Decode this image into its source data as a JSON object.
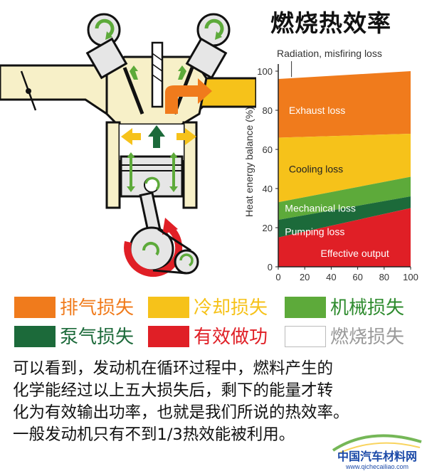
{
  "title": "燃烧热效率",
  "chart_data": {
    "type": "area",
    "ylabel": "Heat energy balance (%)",
    "xlabel": "",
    "xlim": [
      0,
      100
    ],
    "ylim": [
      0,
      100
    ],
    "x_ticks": [
      "0",
      "20",
      "40",
      "60",
      "80",
      "100"
    ],
    "y_ticks": [
      "0",
      "20",
      "40",
      "60",
      "80",
      "100"
    ],
    "top_annotation": "Radiation, misfiring loss",
    "bands": [
      {
        "name": "Exhaust loss",
        "color": "#f07b1c",
        "lower": [
          66,
          68
        ],
        "upper": [
          96,
          100
        ]
      },
      {
        "name": "Cooling loss",
        "color": "#f6c21a",
        "lower": [
          33,
          46
        ],
        "upper": [
          66,
          68
        ]
      },
      {
        "name": "Mechanical loss",
        "color": "#5daa3a",
        "lower": [
          24,
          36
        ],
        "upper": [
          33,
          46
        ]
      },
      {
        "name": "Pumping loss",
        "color": "#1c6a3a",
        "lower": [
          15,
          30
        ],
        "upper": [
          24,
          36
        ]
      },
      {
        "name": "Effective output",
        "color": "#e01f26",
        "lower": [
          0,
          0
        ],
        "upper": [
          15,
          30
        ]
      }
    ]
  },
  "legend": [
    {
      "label": "排气损失",
      "color": "#f07b1c",
      "text_color": "#f07b1c"
    },
    {
      "label": "冷却损失",
      "color": "#f6c21a",
      "text_color": "#f6c21a"
    },
    {
      "label": "机械损失",
      "color": "#5daa3a",
      "text_color": "#2e8b2e"
    },
    {
      "label": "泵气损失",
      "color": "#1c6a3a",
      "text_color": "#1c6a3a"
    },
    {
      "label": "有效做功",
      "color": "#e01f26",
      "text_color": "#e01f26"
    },
    {
      "label": "燃烧损失",
      "color": "#ffffff",
      "text_color": "#999999"
    }
  ],
  "description": [
    "可以看到，发动机在循环过程中，燃料产生的",
    "化学能经过以上五大损失后，剩下的能量才转",
    "化为有效输出功率，也就是我们所说的热效率。",
    "一般发动机只有不到1/3热效能被利用。"
  ],
  "watermark": {
    "text": "中国汽车材料网",
    "url": "www.qichecailiao.com"
  }
}
